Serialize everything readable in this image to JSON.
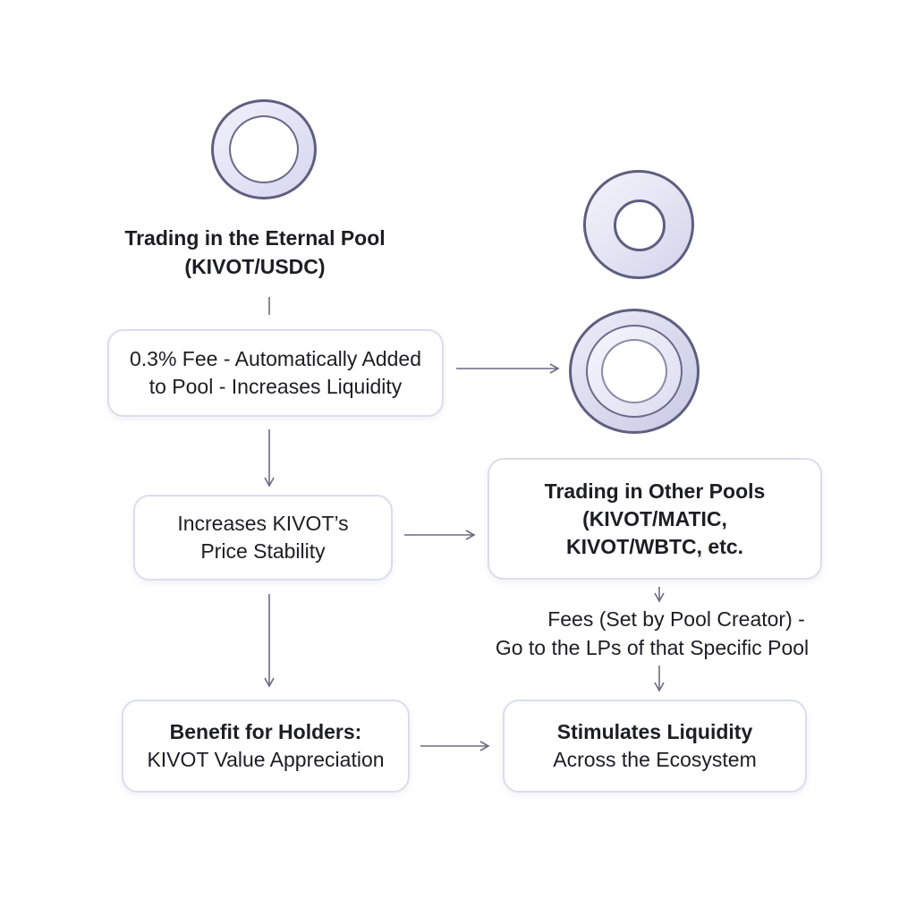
{
  "eternal_pool": {
    "title_line1": "Trading in the Eternal Pool",
    "title_line2": "(KIVOT/USDC)"
  },
  "fee_box": {
    "line1": "0.3% Fee - Automatically Added",
    "line2": "to Pool - Increases Liquidity"
  },
  "stability_box": {
    "line1": "Increases KIVOT’s",
    "line2": "Price Stability"
  },
  "other_pools_box": {
    "line1": "Trading in Other Pools",
    "line2": "(KIVOT/MATIC,",
    "line3": "KIVOT/WBTC, etc."
  },
  "fees_note": {
    "line1": "Fees (Set by Pool Creator) -",
    "line2": "Go to the LPs of that Specific Pool"
  },
  "holders_box": {
    "line1": "Benefit for Holders:",
    "line2": "KIVOT Value Appreciation"
  },
  "liquidity_box": {
    "line1": "Stimulates Liquidity",
    "line2": "Across the Ecosystem"
  },
  "colors": {
    "box_border": "#dcdcee",
    "coin_rim": "#c9c9e6",
    "arrow": "#6a6a86",
    "text": "#1d1d24"
  },
  "icons": [
    "coin-icon",
    "coin-icon",
    "coin-icon"
  ]
}
